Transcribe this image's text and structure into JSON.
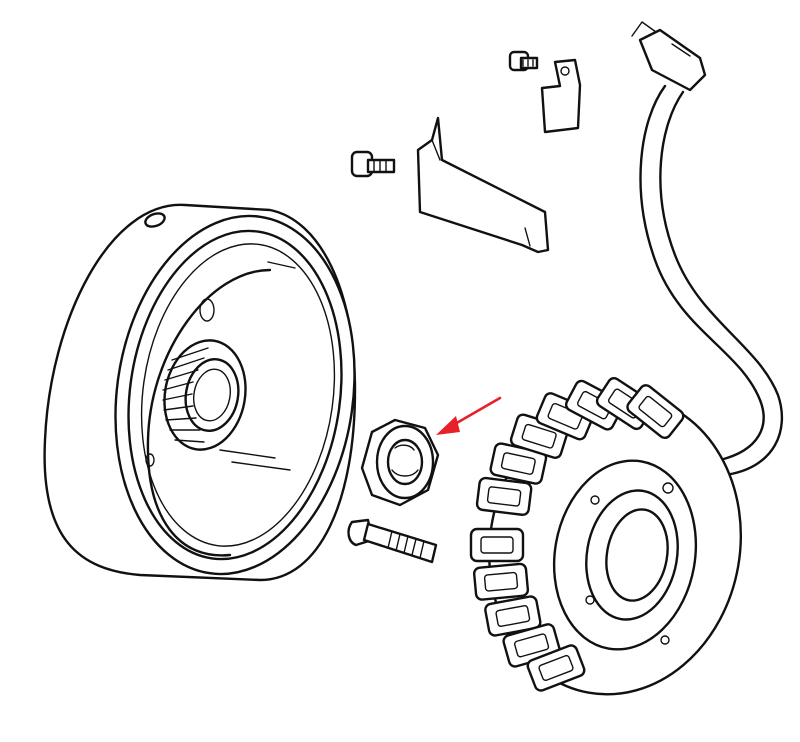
{
  "diagram": {
    "background": "#ffffff",
    "line_color": "#111111",
    "parts": [
      {
        "id": "flywheel-rotor"
      },
      {
        "id": "hex-nut",
        "highlighted": true
      },
      {
        "id": "rotor-bolt"
      },
      {
        "id": "stator-coil"
      },
      {
        "id": "wiring-harness"
      },
      {
        "id": "cover-plate"
      },
      {
        "id": "wire-clamp"
      },
      {
        "id": "plate-screw"
      },
      {
        "id": "clamp-screw"
      }
    ],
    "pointer": {
      "color": "#e8202a",
      "target": "hex-nut"
    }
  }
}
